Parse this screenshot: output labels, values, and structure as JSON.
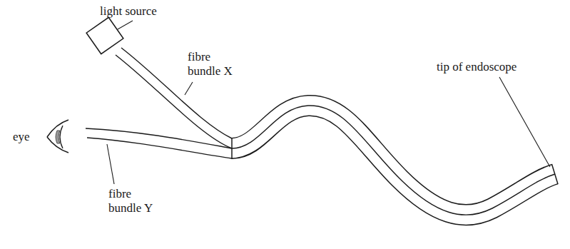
{
  "diagram": {
    "labels": [
      "light source",
      "fibre bundle X",
      "eye",
      "fibre bundle Y",
      "tip of endoscope"
    ]
  }
}
